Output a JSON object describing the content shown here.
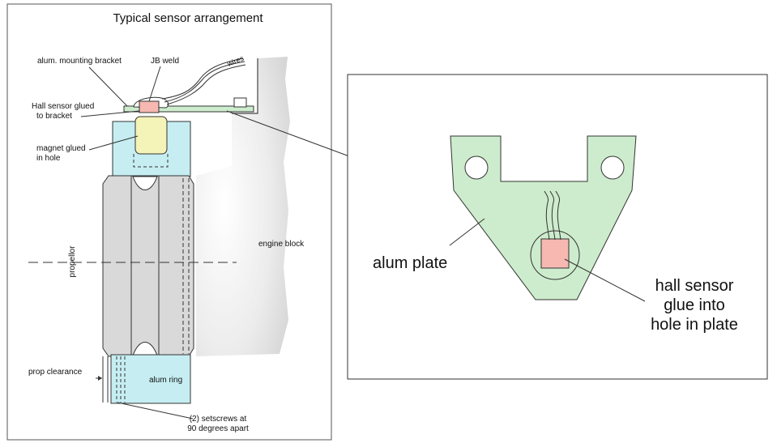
{
  "left_panel": {
    "title": "Typical sensor arrangement",
    "labels": {
      "alum_bracket": "alum. mounting bracket",
      "jb_weld": "JB weld",
      "wires": "wires",
      "hall_sensor_line1": "Hall sensor glued",
      "hall_sensor_line2": "to bracket",
      "magnet_line1": "magnet glued",
      "magnet_line2": "in hole",
      "engine_block": "engine block",
      "propellor": "propellor",
      "prop_clearance": "prop clearance",
      "alum_ring": "alum ring",
      "setscrews_line1": "(2) setscrews at",
      "setscrews_line2": "90 degrees apart"
    }
  },
  "right_panel": {
    "labels": {
      "alum_plate": "alum plate",
      "hall_line1": "hall sensor",
      "hall_line2": "glue into",
      "hall_line3": "hole in plate"
    }
  },
  "colors": {
    "plate_green": "#cdeccd",
    "ring_cyan": "#c6eef2",
    "sensor_pink": "#f6b8b0",
    "magnet_yellow": "#f4f3b8",
    "prop_gray": "#d9d9d9",
    "engine_gray": "#e4e4e4"
  }
}
